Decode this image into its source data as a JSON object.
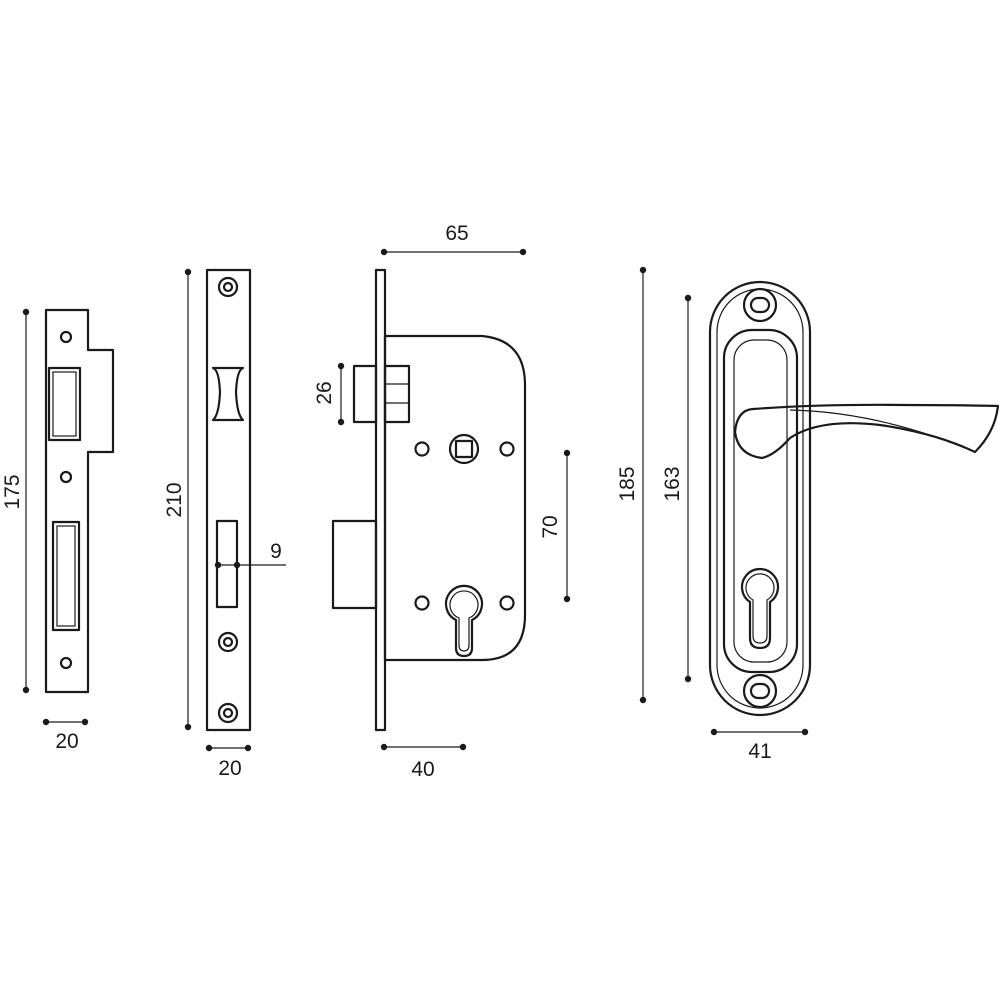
{
  "dimensions": {
    "strike_plate_height": "175",
    "strike_plate_width": "20",
    "faceplate_height": "210",
    "faceplate_width": "20",
    "faceplate_slot_width": "9",
    "lock_backset_width": "65",
    "latch_height": "26",
    "lock_center_distance": "70",
    "lock_case_depth": "40",
    "handle_plate_height": "185",
    "handle_hole_spacing": "163",
    "handle_plate_width": "41"
  },
  "icons": {
    "strike_plate": "strike-plate-icon",
    "faceplate": "faceplate-icon",
    "lock_body": "mortise-lock-body-icon",
    "handle": "lever-handle-icon"
  },
  "colors": {
    "line": "#1a1a1a",
    "background": "#ffffff"
  }
}
